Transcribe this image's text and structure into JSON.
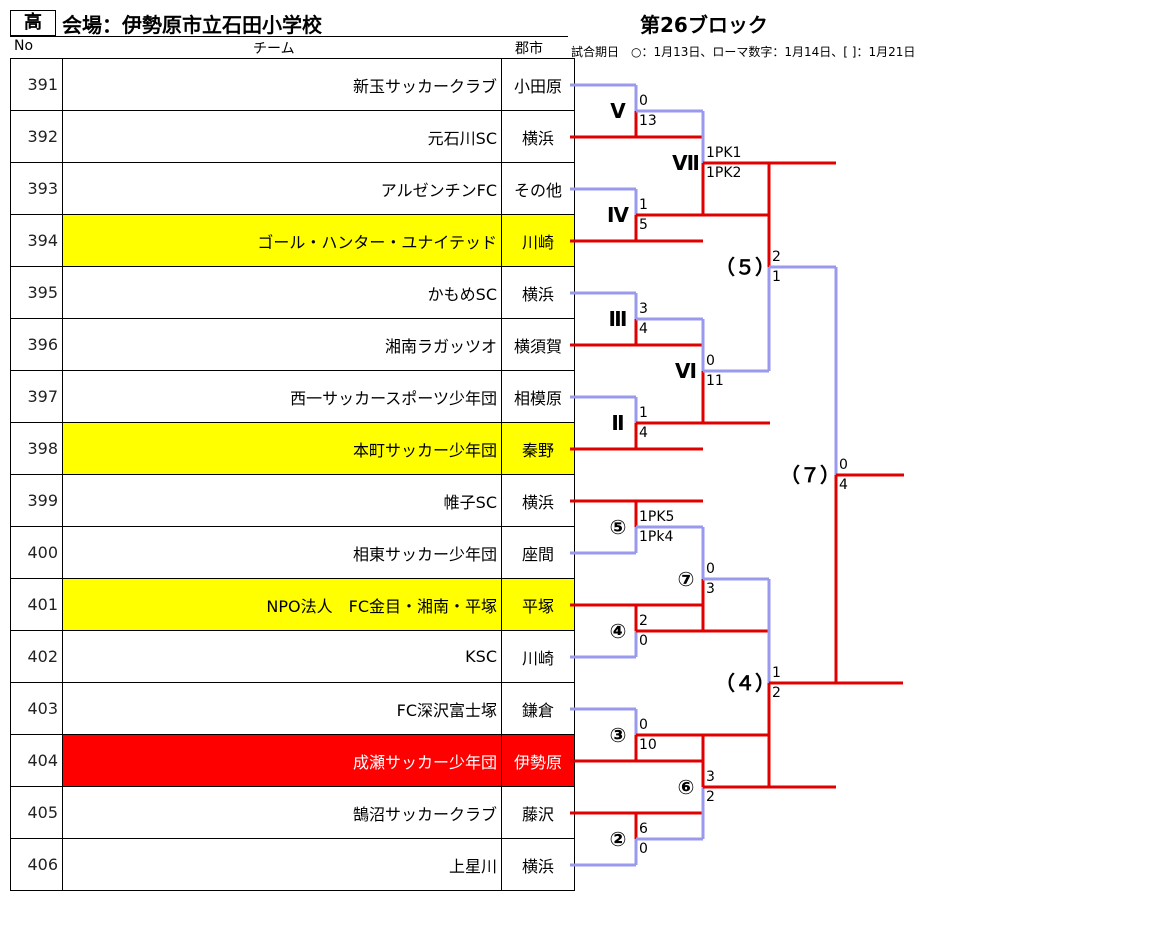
{
  "header": {
    "tag": "高",
    "venue": "会場：伊勢原市立石田小学校",
    "block": "第26ブロック",
    "legend": "試合期日　○：1月13日、ローマ数字：1月14日、[ ]：1月21日",
    "col_no": "No",
    "col_team": "チーム",
    "col_city": "郡市"
  },
  "teams": [
    {
      "no": "391",
      "name": "新玉サッカークラブ",
      "city": "小田原",
      "highlight": "none"
    },
    {
      "no": "392",
      "name": "元石川SC",
      "city": "横浜",
      "highlight": "none"
    },
    {
      "no": "393",
      "name": "アルゼンチンFC",
      "city": "その他",
      "highlight": "none"
    },
    {
      "no": "394",
      "name": "ゴール・ハンター・ユナイテッド",
      "city": "川崎",
      "highlight": "yellow"
    },
    {
      "no": "395",
      "name": "かもめSC",
      "city": "横浜",
      "highlight": "none"
    },
    {
      "no": "396",
      "name": "湘南ラガッツオ",
      "city": "横須賀",
      "highlight": "none"
    },
    {
      "no": "397",
      "name": "西一サッカースポーツ少年団",
      "city": "相模原",
      "highlight": "none"
    },
    {
      "no": "398",
      "name": "本町サッカー少年団",
      "city": "秦野",
      "highlight": "yellow"
    },
    {
      "no": "399",
      "name": "帷子SC",
      "city": "横浜",
      "highlight": "none"
    },
    {
      "no": "400",
      "name": "相東サッカー少年団",
      "city": "座間",
      "highlight": "none"
    },
    {
      "no": "401",
      "name": "NPO法人　FC金目・湘南・平塚",
      "city": "平塚",
      "highlight": "yellow"
    },
    {
      "no": "402",
      "name": "KSC",
      "city": "川崎",
      "highlight": "none"
    },
    {
      "no": "403",
      "name": "FC深沢富士塚",
      "city": "鎌倉",
      "highlight": "none"
    },
    {
      "no": "404",
      "name": "成瀬サッカー少年団",
      "city": "伊勢原",
      "highlight": "red"
    },
    {
      "no": "405",
      "name": "鵠沼サッカークラブ",
      "city": "藤沢",
      "highlight": "none"
    },
    {
      "no": "406",
      "name": "上星川",
      "city": "横浜",
      "highlight": "none"
    }
  ],
  "colors": {
    "win": "#e00000",
    "lose": "#9999ee",
    "yellow": "#ffff00",
    "red": "#ff0000"
  },
  "matches": [
    {
      "label": "Ⅴ",
      "top": "0",
      "bottom": "13",
      "winner": "bottom"
    },
    {
      "label": "Ⅳ",
      "top": "1",
      "bottom": "5",
      "winner": "bottom"
    },
    {
      "label": "Ⅲ",
      "top": "3",
      "bottom": "4",
      "winner": "bottom"
    },
    {
      "label": "Ⅱ",
      "top": "1",
      "bottom": "4",
      "winner": "bottom"
    },
    {
      "label": "⑤",
      "top": "1PK5",
      "bottom": "1Pk4",
      "winner": "top"
    },
    {
      "label": "④",
      "top": "2",
      "bottom": "0",
      "winner": "top"
    },
    {
      "label": "③",
      "top": "0",
      "bottom": "10",
      "winner": "bottom"
    },
    {
      "label": "②",
      "top": "6",
      "bottom": "0",
      "winner": "top"
    },
    {
      "label": "Ⅶ",
      "top": "1PK1",
      "bottom": "1PK2",
      "winner": "bottom"
    },
    {
      "label": "Ⅵ",
      "top": "0",
      "bottom": "11",
      "winner": "bottom"
    },
    {
      "label": "⑦",
      "top": "0",
      "bottom": "3",
      "winner": "bottom"
    },
    {
      "label": "⑥",
      "top": "3",
      "bottom": "2",
      "winner": "top"
    },
    {
      "label": "（５）",
      "top": "2",
      "bottom": "1",
      "winner": "top"
    },
    {
      "label": "（４）",
      "top": "1",
      "bottom": "2",
      "winner": "bottom"
    },
    {
      "label": "（７）",
      "top": "0",
      "bottom": "4",
      "winner": "bottom"
    }
  ]
}
